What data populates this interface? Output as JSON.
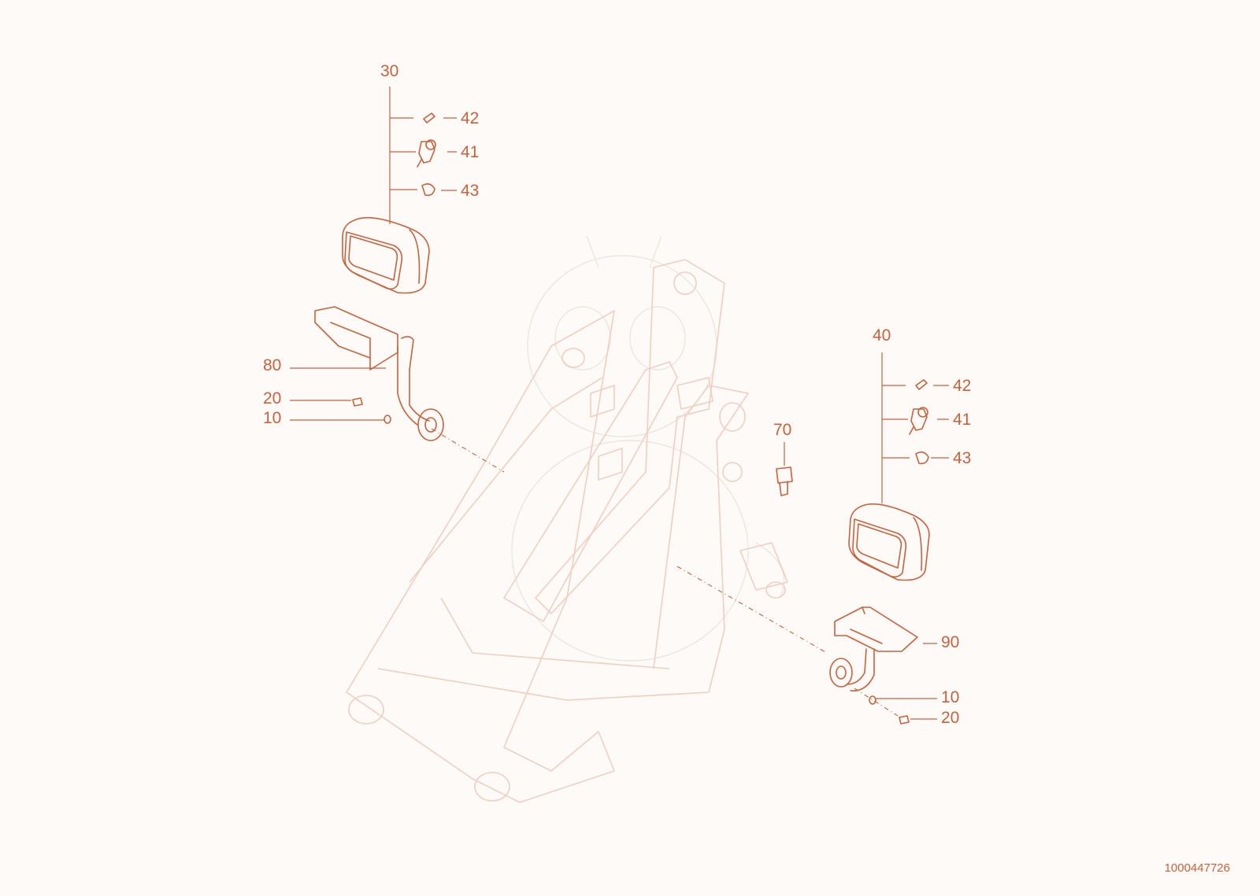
{
  "callouts": {
    "c30": "30",
    "c42a": "42",
    "c41a": "41",
    "c43a": "43",
    "c80": "80",
    "c20a": "20",
    "c10a": "10",
    "c40": "40",
    "c42b": "42",
    "c41b": "41",
    "c43b": "43",
    "c70": "70",
    "c90": "90",
    "c10b": "10",
    "c20b": "20"
  },
  "document_number": "1000447726",
  "colors": {
    "callout": "#c8623d",
    "frame_faint": "#f0cfc0",
    "background": "#fdfaf7"
  }
}
